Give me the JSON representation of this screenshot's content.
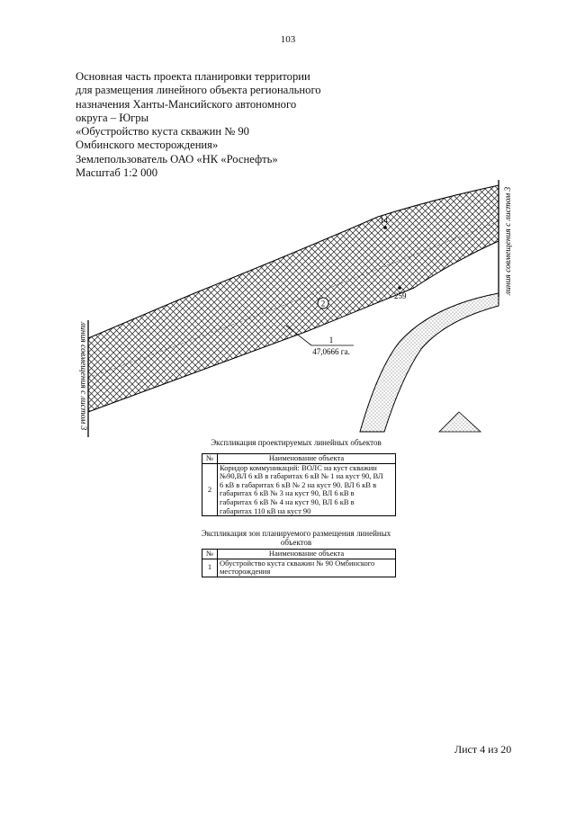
{
  "page_number": "103",
  "header": {
    "lines": [
      "Основная часть проекта планировки территории",
      "для размещения линейного объекта регионального",
      "назначения Ханты-Мансийского автономного",
      "округа – Югры",
      "«Обустройство куста скважин № 90",
      "Омбинского месторождения»",
      "Землепользователь ОАО «НК «Роснефть»",
      "Масштаб 1:2 000"
    ]
  },
  "map": {
    "matchline_left": "линия совмещения с листом 3",
    "matchline_right": "линия совмещения с листом 3",
    "point_labels": [
      "14",
      "259"
    ],
    "object_marker": "2",
    "zone_callout": {
      "number": "1",
      "area": "47,0666 га."
    }
  },
  "table_linear": {
    "caption": "Экспликация проектируемых линейных объектов",
    "headers": [
      "№",
      "Наименование объекта"
    ],
    "rows": [
      {
        "num": "2",
        "lines": [
          "Коридор коммуникаций: ВОЛС на куст скважин",
          "№90,ВЛ 6 кВ в габаритах 6 кВ № 1 на куст 90, ВЛ",
          "6 кВ в габаритах 6 кВ № 2 на куст 90. ВЛ 6 кВ в",
          "габаритах 6 кВ № 3 на куст 90, ВЛ 6 кВ в",
          "габаритах 6 кВ № 4 на куст 90, ВЛ 6 кВ в",
          "габаритах 110 кВ на куст 90"
        ]
      }
    ]
  },
  "table_zones": {
    "caption_lines": [
      "Экспликация зон планируемого размещения линейных",
      "объектов"
    ],
    "headers": [
      "№",
      "Наименование объекта"
    ],
    "rows": [
      {
        "num": "1",
        "lines": [
          "Обустройство куста скважин № 90 Омбинского",
          "месторождения"
        ]
      }
    ]
  },
  "footer": "Лист 4 из 20"
}
